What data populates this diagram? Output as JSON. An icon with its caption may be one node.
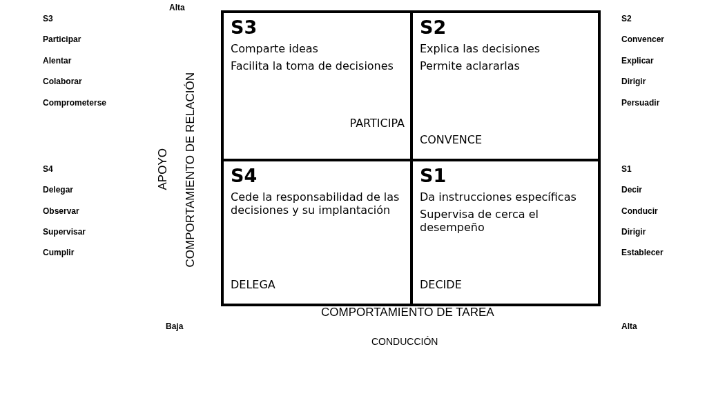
{
  "diagram": {
    "nodes": [
      {
        "text": [
          "S3",
          "Comparte ideas",
          "Facilita la toma de decisiones",
          "PARTICIPA"
        ]
      },
      {
        "text": [
          "S2",
          "Explica las decisiones",
          "Permite aclararlas",
          "CONVENCE"
        ]
      },
      {
        "text": [
          "S4",
          "Cede la responsabilidad de las decisiones y su implantación",
          "DELEGA"
        ]
      },
      {
        "text": [
          "S1",
          "Da instrucciones específicas",
          "Supervisa de cerca el desempeño",
          "DECIDE"
        ]
      }
    ],
    "edges": [],
    "labels": [
      "Alta",
      "S3",
      "Participar",
      "Alentar",
      "Colaborar",
      "Comprometerse",
      "S2",
      "Convencer",
      "Explicar",
      "Dirigir",
      "Persuadir",
      "COMPORTAMIENTO DE RELACIÓN",
      "APOYO",
      "S4",
      "Delegar",
      "Observar",
      "Supervisar",
      "Cumplir",
      "S1",
      "Decir",
      "Conducir",
      "Dirigir",
      "Establecer",
      "COMPORTAMIENTO DE TAREA",
      "Baja",
      "Alta",
      "CONDUCCIÓN"
    ]
  }
}
